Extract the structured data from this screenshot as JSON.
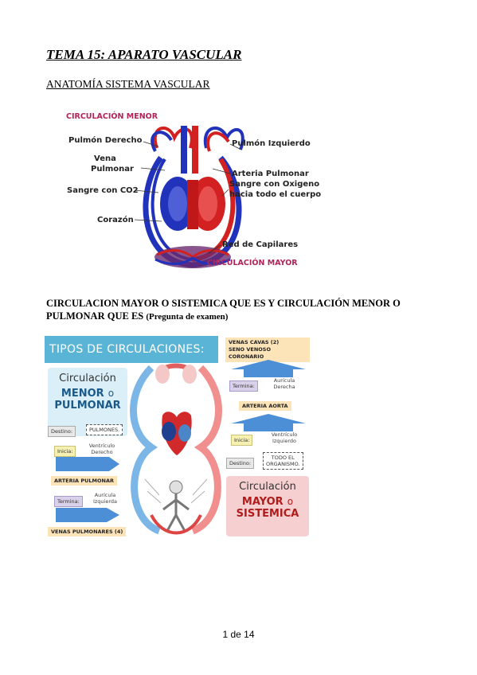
{
  "title": "TEMA 15: APARATO VASCULAR",
  "subtitle": "ANATOMÍA SISTEMA VASCULAR",
  "figure1": {
    "heading_top": "CIRCULACIÓN MENOR",
    "heading_bottom": "CIRCULACIÓN MAYOR",
    "labels": {
      "pulmon_derecho": "Pulmón Derecho",
      "vena_pulmonar_1": "Vena",
      "vena_pulmonar_2": "Pulmonar",
      "sangre_co2": "Sangre con CO2",
      "corazon": "Corazón",
      "pulmon_izquierdo": "Pulmón Izquierdo",
      "arteria_pulmonar": "Arteria Pulmonar",
      "sangre_oxigeno_1": "Sangre con Oxigeno",
      "sangre_oxigeno_2": "hacia todo el cuerpo",
      "red_capilares": "Red de Capilares"
    }
  },
  "question": {
    "text": "CIRCULACION MAYOR O SISTEMICA QUE ES Y CIRCULACIÓN MENOR O PULMONAR QUE ES",
    "note": "(Pregunta de examen)"
  },
  "figure2": {
    "panel_title": "TIPOS DE CIRCULACIONES:",
    "menor": {
      "line1": "Circulación",
      "line2a": "MENOR",
      "line2b": "o",
      "line3": "PULMONAR"
    },
    "mayor": {
      "line1": "Circulación",
      "line2a": "MAYOR",
      "line2b": "o",
      "line3": "SISTEMICA"
    },
    "left": {
      "destino": "Destino:",
      "pulmones": "PULMONES.",
      "inicia": "Inicia:",
      "ventriculo_1": "Ventrículo",
      "ventriculo_2": "Derecho",
      "arteria_pulmonar": "ARTERIA PULMONAR",
      "termina": "Termina:",
      "auricula_1": "Aurícula",
      "auricula_2": "Izquierda",
      "venas_pulmonares": "VENAS PULMONARES (4)"
    },
    "right": {
      "venas_cavas": "VENAS CAVAS (2)",
      "seno_venoso": "SENO VENOSO CORONARIO",
      "termina": "Termina:",
      "auricula_1": "Aurícula",
      "auricula_2": "Derecha",
      "arteria_aorta": "ARTERIA AORTA",
      "inicia": "Inicia:",
      "ventriculo_1": "Ventrículo",
      "ventriculo_2": "Izquierdo",
      "destino": "Destino:",
      "organismo_1": "TODO EL",
      "organismo_2": "ORGANISMO."
    }
  },
  "page_number": "1 de 14"
}
